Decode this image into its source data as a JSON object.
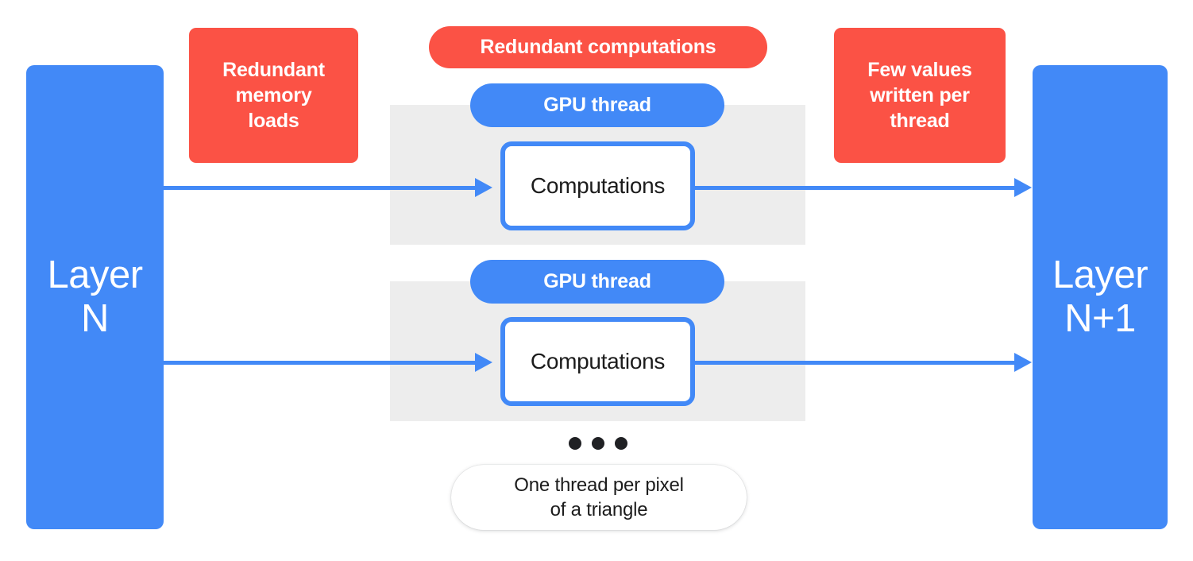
{
  "diagram": {
    "title": "GPU thread redundancy diagram",
    "colors": {
      "blue": "#4289F7",
      "red": "#FB5245",
      "band_gray": "#EDEDED",
      "text_dark": "#1C1C1C",
      "white": "#FFFFFF"
    },
    "layers": {
      "input": {
        "label": "Layer\nN"
      },
      "output": {
        "label": "Layer\nN+1"
      }
    },
    "threads": [
      {
        "pill_label": "GPU thread",
        "box_label": "Computations"
      },
      {
        "pill_label": "GPU thread",
        "box_label": "Computations"
      }
    ],
    "annotations": {
      "memory_loads": "Redundant\nmemory\nloads",
      "computations": "Redundant computations",
      "writes": "Few values\nwritten per\nthread"
    },
    "ellipsis": {
      "label": "•••",
      "count": 3
    },
    "caption": "One thread per pixel\nof a triangle"
  }
}
